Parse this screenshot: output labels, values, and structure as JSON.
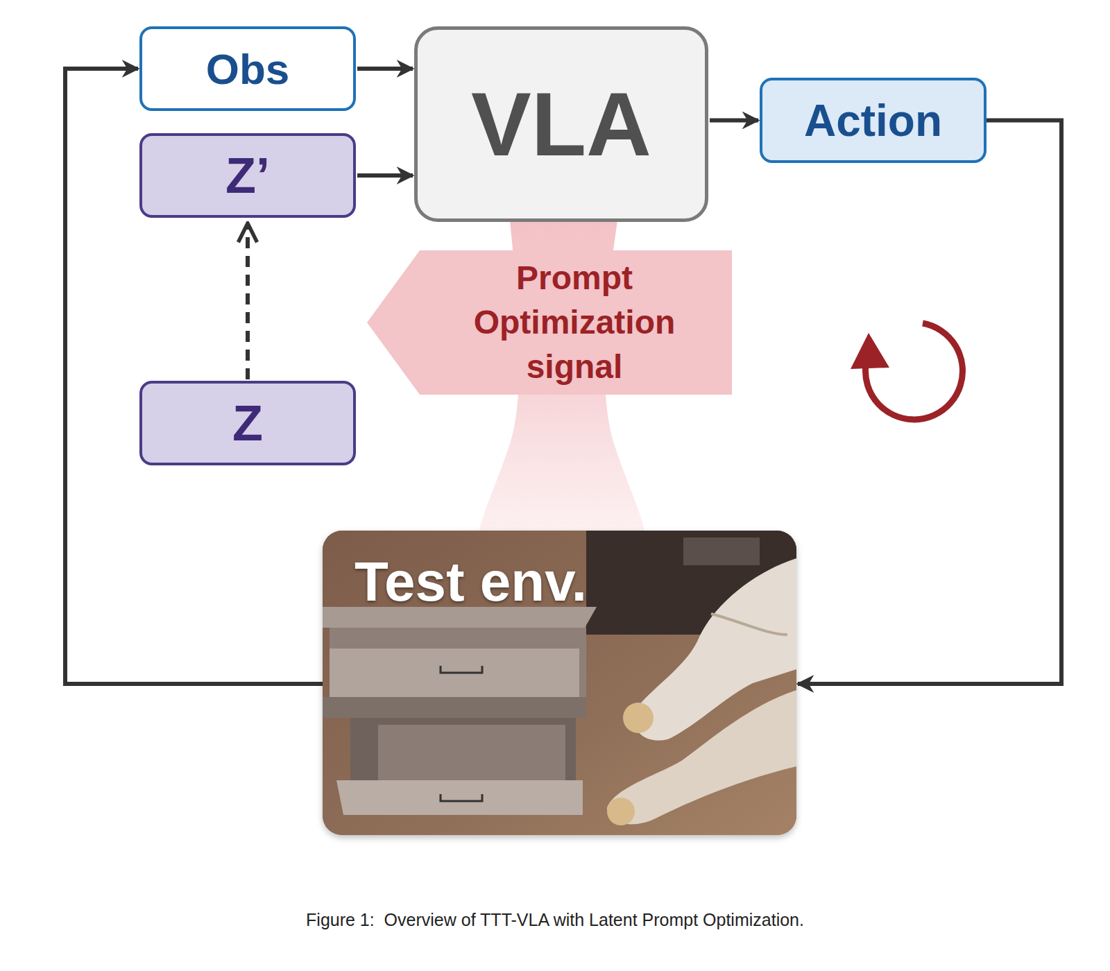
{
  "diagram": {
    "caption": "Figure 1:  Overview of TTT-VLA with Latent Prompt Optimization.",
    "nodes": [
      {
        "text": [
          "Obs"
        ]
      },
      {
        "text": [
          "Z’"
        ]
      },
      {
        "text": [
          "Z"
        ]
      },
      {
        "text": [
          "VLA"
        ]
      },
      {
        "text": [
          "Action"
        ]
      },
      {
        "text": [
          "Prompt Optimization signal"
        ]
      },
      {
        "text": [
          "Test env."
        ]
      }
    ],
    "edges": [
      {
        "from": 0,
        "to": 3,
        "arrow": "to"
      },
      {
        "from": 1,
        "to": 3,
        "arrow": "to"
      },
      {
        "from": 2,
        "to": 1,
        "arrow": "to"
      },
      {
        "from": 3,
        "to": 4,
        "arrow": "to"
      },
      {
        "from": 4,
        "to": 6,
        "arrow": "to"
      },
      {
        "from": 6,
        "to": 0,
        "arrow": "to"
      }
    ]
  }
}
